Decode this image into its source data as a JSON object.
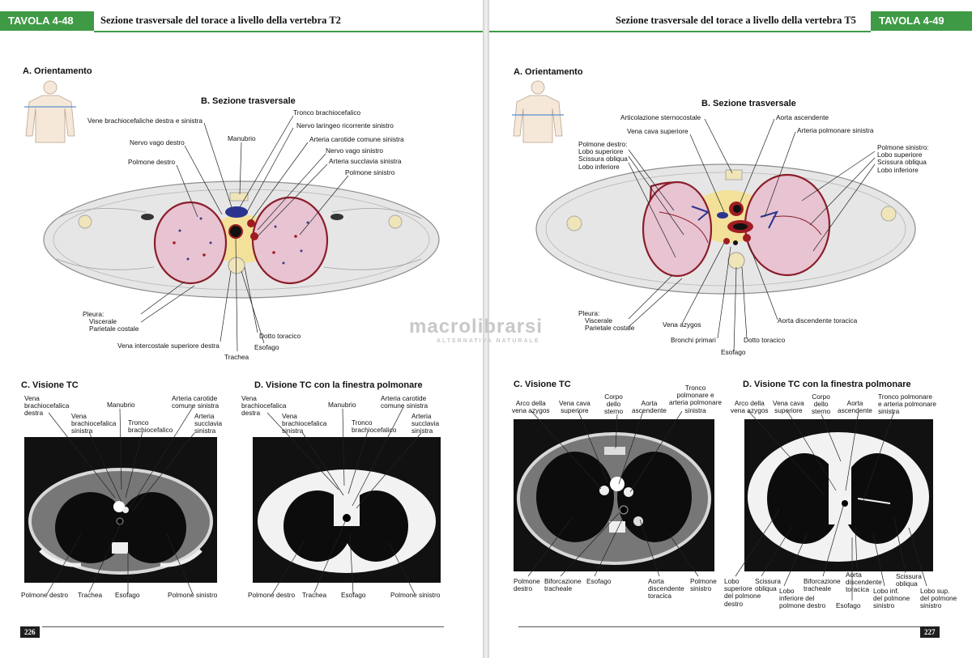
{
  "left": {
    "plate": "TAVOLA 4-48",
    "title": "Sezione trasversale del torace a livello della vertebra T2",
    "section_a": "A. Orientamento",
    "section_b": "B. Sezione trasversale",
    "section_c": "C. Visione TC",
    "section_d": "D. Visione TC con la finestra polmonare",
    "page_number": "226",
    "b_labels": {
      "vene_brach": "Vene brachiocefaliche destra e sinistra",
      "tronco": "Tronco brachiocefalico",
      "nervo_lar": "Nervo laringeo ricorrente sinistro",
      "manubrio": "Manubrio",
      "arteria_car": "Arteria carotide comune sinistra",
      "nervo_vago_dx": "Nervo vago destro",
      "nervo_vago_sx": "Nervo vago sinistro",
      "arteria_succ": "Arteria succlavia sinistra",
      "polmone_dx": "Polmone destro",
      "polmone_sx": "Polmone sinistro",
      "pleura": "Pleura:",
      "viscerale": "Viscerale",
      "parietale": "Parietale costale",
      "dotto": "Dotto toracico",
      "vena_ic": "Vena intercostale superiore destra",
      "esofago": "Esofago",
      "trachea": "Trachea"
    },
    "c_labels": {
      "vena_bc_dx": "Vena\nbrachiocefalica\ndestra",
      "vena_bc_sx": "Vena\nbrachiocefalica\nsinistra",
      "manubrio": "Manubrio",
      "tronco": "Tronco\nbrachiocefalico",
      "arteria_car": "Arteria carotide\ncomune sinistra",
      "arteria_succ": "Arteria\nsucclavia\nsinistra",
      "polmone_dx": "Polmone destro",
      "trachea": "Trachea",
      "esofago": "Esofago",
      "polmone_sx": "Polmone sinistro"
    },
    "d_labels": {
      "vena_bc_dx": "Vena\nbrachiocefalica\ndestra",
      "vena_bc_sx": "Vena\nbrachiocefalica\nsinistra",
      "manubrio": "Manubrio",
      "tronco": "Tronco\nbrachiocefalico",
      "arteria_car": "Arteria carotide\ncomune sinistra",
      "arteria_succ": "Arteria\nsucclavia\nsinistra",
      "polmone_dx": "Polmone destro",
      "trachea": "Trachea",
      "esofago": "Esofago",
      "polmone_sx": "Polmone sinistro"
    }
  },
  "right": {
    "plate": "TAVOLA 4-49",
    "title": "Sezione trasversale del torace a livello della vertebra T5",
    "section_a": "A. Orientamento",
    "section_b": "B. Sezione trasversale",
    "section_c": "C. Visione TC",
    "section_d": "D. Visione TC con la finestra polmonare",
    "page_number": "227",
    "b_labels": {
      "artic": "Articolazione sternocostale",
      "aorta_asc": "Aorta ascendente",
      "arteria_polm": "Arteria polmonare sinistra",
      "vena_cava": "Vena cava superiore",
      "polm_dx": "Polmone destro:\nLobo superiore\nScissura obliqua\nLobo inferiore",
      "polm_sx": "Polmone sinistro:\nLobo superiore\nScissura obliqua\nLobo inferiore",
      "pleura": "Pleura:",
      "viscerale": "Viscerale",
      "parietale": "Parietale costale",
      "vena_azygos": "Vena azygos",
      "bronchi": "Bronchi primari",
      "esofago": "Esofago",
      "dotto": "Dotto toracico",
      "aorta_disc": "Aorta discendente toracica"
    },
    "c_labels": {
      "arco": "Arco della\nvena azygos",
      "vena_cava": "Vena cava\nsuperiore",
      "corpo": "Corpo\ndello\nsterno",
      "aorta_asc": "Aorta\nascendente",
      "tronco_polm": "Tronco\npolmonare e\narteria polmonare\nsinistra",
      "polmone_dx": "Polmone\ndestro",
      "biforc": "Biforcazione\ntracheale",
      "esofago": "Esofago",
      "aorta_disc": "Aorta\ndiscendente\ntoracica",
      "polmone_sx": "Polmone\nsinistro"
    },
    "d_labels": {
      "arco": "Arco della\nvena azygos",
      "vena_cava": "Vena cava\nsuperiore",
      "corpo": "Corpo\ndello\nsterno",
      "aorta_asc": "Aorta\nascendente",
      "tronco_polm": "Tronco polmonare\ne arteria polmonare\nsinistra",
      "lobo_sup_dx": "Lobo\nsuperiore\ndel polmone\ndestro",
      "scissura_dx": "Scissura\nobliqua",
      "lobo_inf_dx": "Lobo\ninferiore del\npolmone destro",
      "biforc": "Biforcazione\ntracheale",
      "esofago": "Esofago",
      "aorta_disc": "Aorta\ndiscendente\ntoracica",
      "lobo_inf_sx": "Lobo inf.\ndel polmone\nsinistro",
      "scissura_sx": "Scissura\nobliqua",
      "lobo_sup_sx": "Lobo sup.\ndel polmone\nsinistro"
    }
  },
  "watermark": "macrolibrarsi",
  "watermark_sub": "ALTERNATIVA NATURALE",
  "colors": {
    "accent": "#3f9a45",
    "lung": "#e8c3d1",
    "lung_edge": "#8a1e2a",
    "fat": "#f3e19a",
    "vessel_red": "#a01c22",
    "vessel_blue": "#2b3590"
  }
}
